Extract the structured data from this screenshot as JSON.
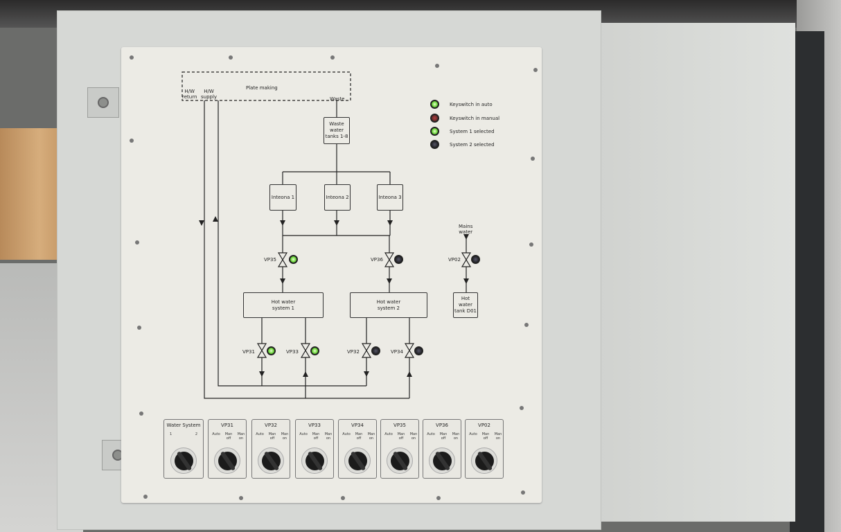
{
  "diagram": {
    "plate_making": "Plate making",
    "hw_return": [
      "H/W",
      "return"
    ],
    "hw_supply": [
      "H/W",
      "supply"
    ],
    "waste": "Waste",
    "waste_tanks": [
      "Waste",
      "water",
      "tanks 1-8"
    ],
    "inteona": [
      "Inteona 1",
      "Inteona 2",
      "Inteona 3"
    ],
    "hot_water_1": [
      "Hot water",
      "system 1"
    ],
    "hot_water_2": [
      "Hot water",
      "system 2"
    ],
    "mains_water": [
      "Mains",
      "water"
    ],
    "hot_water_tank": [
      "Hot water",
      "tank D01"
    ],
    "valves": [
      {
        "label": "VP35",
        "led": "green"
      },
      {
        "label": "VP36",
        "led": "off"
      },
      {
        "label": "VP02",
        "led": "off"
      },
      {
        "label": "VP31",
        "led": "green"
      },
      {
        "label": "VP33",
        "led": "green"
      },
      {
        "label": "VP32",
        "led": "off"
      },
      {
        "label": "VP34",
        "led": "off"
      }
    ]
  },
  "indicators": [
    {
      "label": "Keyswitch in auto",
      "state": "green"
    },
    {
      "label": "Keyswitch in manual",
      "state": "red"
    },
    {
      "label": "System 1 selected",
      "state": "green"
    },
    {
      "label": "System 2 selected",
      "state": "off"
    }
  ],
  "switches": [
    {
      "title": "Water System",
      "positions": [
        "1",
        "2"
      ]
    },
    {
      "title": "VP31",
      "positions": [
        "Auto",
        "Man off",
        "Man on"
      ]
    },
    {
      "title": "VP32",
      "positions": [
        "Auto",
        "Man off",
        "Man on"
      ]
    },
    {
      "title": "VP33",
      "positions": [
        "Auto",
        "Man off",
        "Man on"
      ]
    },
    {
      "title": "VP34",
      "positions": [
        "Auto",
        "Man off",
        "Man on"
      ]
    },
    {
      "title": "VP35",
      "positions": [
        "Auto",
        "Man off",
        "Man on"
      ]
    },
    {
      "title": "VP36",
      "positions": [
        "Auto",
        "Man off",
        "Man on"
      ]
    },
    {
      "title": "VP02",
      "positions": [
        "Auto",
        "Man off",
        "Man on"
      ]
    }
  ]
}
